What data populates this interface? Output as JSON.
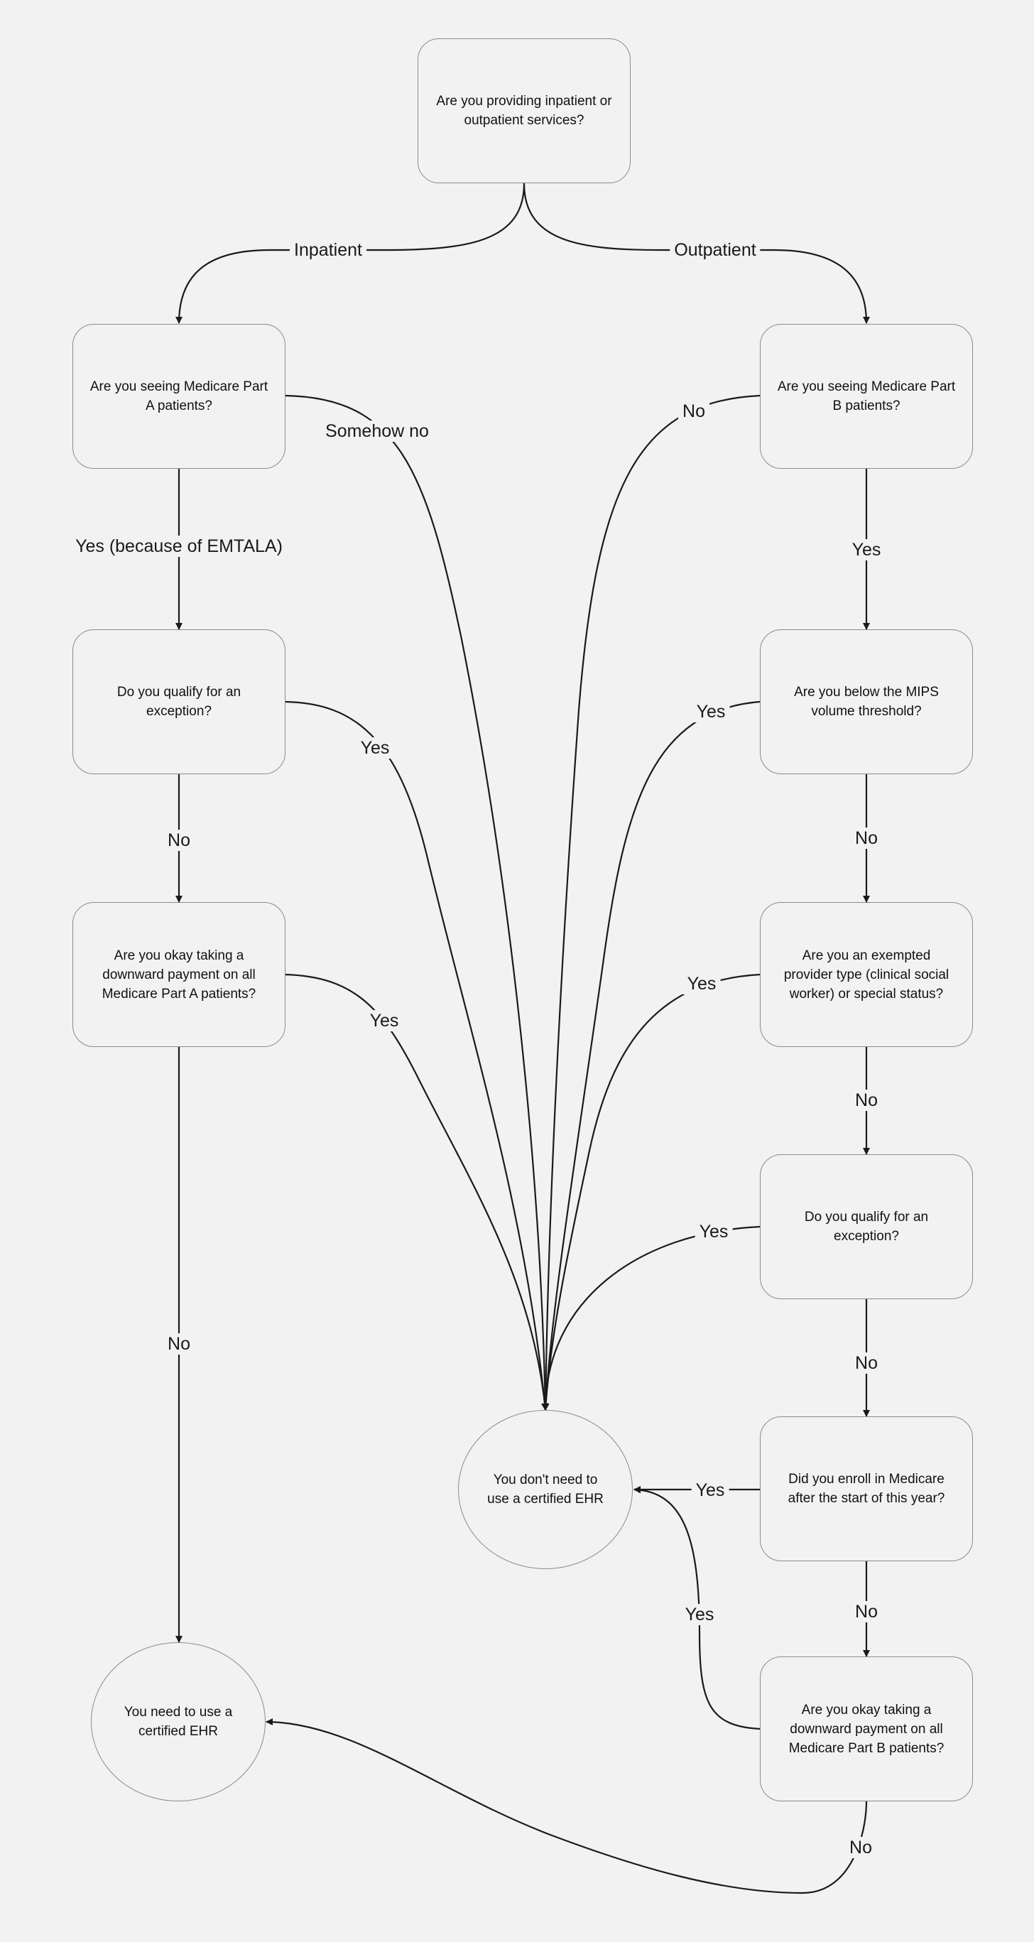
{
  "colors": {
    "background": "#f2f2f2",
    "stroke": "#1a1a1a",
    "node_border": "#8c8c8c"
  },
  "nodes": {
    "start": "Are you providing inpatient or outpatient services?",
    "part_a": "Are you seeing Medicare Part A patients?",
    "part_b": "Are you seeing Medicare Part B patients?",
    "exception_a": "Do you qualify for an exception?",
    "mips": "Are you below the MIPS volume threshold?",
    "downward_a": "Are you okay taking a downward payment on all Medicare Part A patients?",
    "exempt_provider": "Are you an exempted provider type (clinical social worker) or special status?",
    "exception_b": "Do you qualify for an exception?",
    "enroll": "Did you enroll in Medicare after the start of this year?",
    "downward_b": "Are you okay taking a downward payment on all Medicare Part B patients?",
    "no_ehr": "You don't need to use a certified EHR",
    "need_ehr": "You need to use a certified EHR"
  },
  "edge_labels": {
    "inpatient": "Inpatient",
    "outpatient": "Outpatient",
    "part_a_no": "Somehow no",
    "part_a_yes": "Yes (because of EMTALA)",
    "part_b_no": "No",
    "part_b_yes": "Yes",
    "exception_a_yes": "Yes",
    "exception_a_no": "No",
    "mips_yes": "Yes",
    "mips_no": "No",
    "downward_a_yes": "Yes",
    "downward_a_no": "No",
    "exempt_yes": "Yes",
    "exempt_no": "No",
    "exception_b_yes": "Yes",
    "exception_b_no": "No",
    "enroll_yes": "Yes",
    "enroll_no": "No",
    "downward_b_yes": "Yes",
    "downward_b_no": "No"
  }
}
